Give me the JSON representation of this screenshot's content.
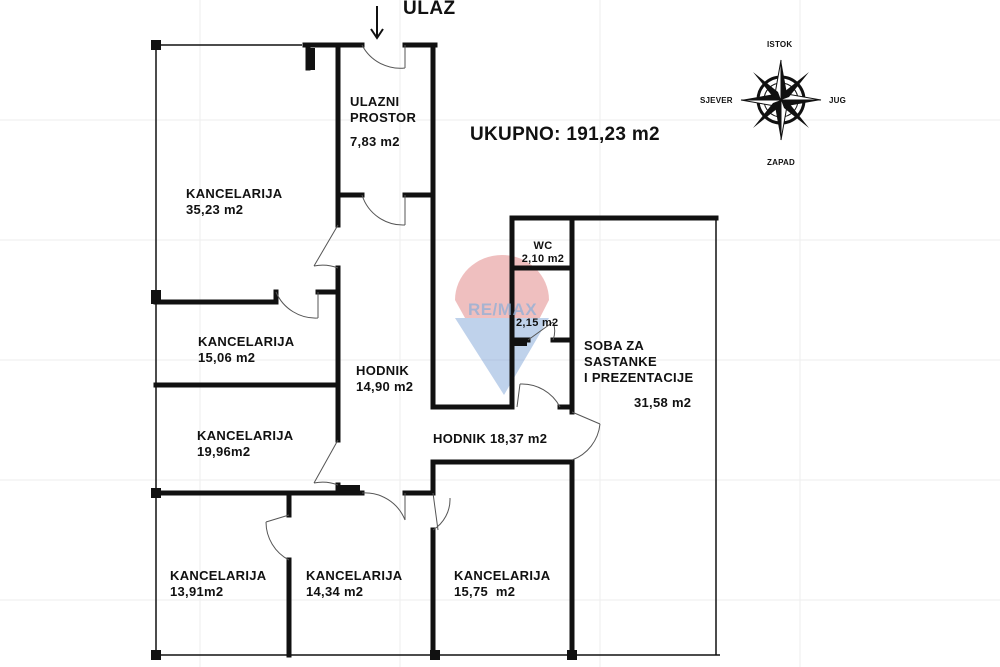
{
  "entrance": {
    "label": "ULAZ"
  },
  "total": {
    "label": "UKUPNO: 191,23 m2"
  },
  "compass": {
    "north": "ISTOK",
    "west": "SJEVER",
    "east": "JUG",
    "south": "ZAPAD"
  },
  "watermark": {
    "text": "RE/MAX"
  },
  "rooms": [
    {
      "id": "ulazni-prostor",
      "lines": [
        "ULAZNI",
        "PROSTOR"
      ],
      "area": "7,83 m2"
    },
    {
      "id": "kancelarija-1",
      "lines": [
        "KANCELARIJA"
      ],
      "area": "35,23 m2"
    },
    {
      "id": "kancelarija-2",
      "lines": [
        "KANCELARIJA"
      ],
      "area": "15,06 m2"
    },
    {
      "id": "hodnik-1",
      "lines": [
        "HODNIK"
      ],
      "area": "14,90 m2"
    },
    {
      "id": "kancelarija-3",
      "lines": [
        "KANCELARIJA"
      ],
      "area": "19,96m2"
    },
    {
      "id": "hodnik-2",
      "lines": [
        "HODNIK 18,37 m2"
      ],
      "area": ""
    },
    {
      "id": "wc",
      "lines": [
        "WC"
      ],
      "area": "2,10 m2"
    },
    {
      "id": "small-room",
      "lines": [],
      "area": "2,15 m2"
    },
    {
      "id": "soba-za-sastanke",
      "lines": [
        "SOBA ZA",
        "SASTANKE",
        "I PREZENTACIJE"
      ],
      "area": "31,58 m2"
    },
    {
      "id": "kancelarija-4",
      "lines": [
        "KANCELARIJA"
      ],
      "area": "13,91m2"
    },
    {
      "id": "kancelarija-5",
      "lines": [
        "KANCELARIJA"
      ],
      "area": "14,34 m2"
    },
    {
      "id": "kancelarija-6",
      "lines": [
        "KANCELARIJA"
      ],
      "area": "15,75  m2"
    }
  ]
}
